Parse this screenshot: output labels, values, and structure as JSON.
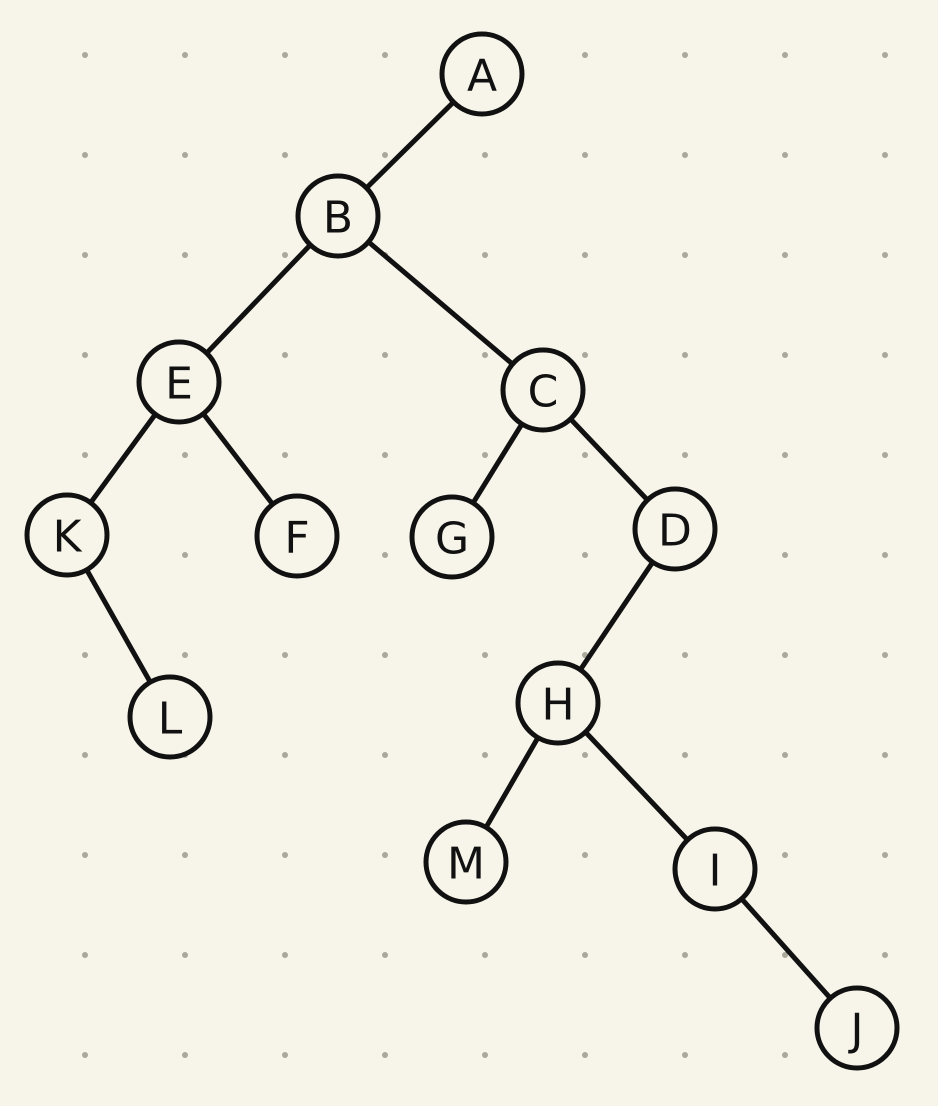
{
  "diagram": {
    "type": "binary-tree",
    "nodes": [
      {
        "id": "A",
        "label": "A"
      },
      {
        "id": "B",
        "label": "B"
      },
      {
        "id": "E",
        "label": "E"
      },
      {
        "id": "C",
        "label": "C"
      },
      {
        "id": "K",
        "label": "K"
      },
      {
        "id": "F",
        "label": "F"
      },
      {
        "id": "G",
        "label": "G"
      },
      {
        "id": "D",
        "label": "D"
      },
      {
        "id": "L",
        "label": "L"
      },
      {
        "id": "H",
        "label": "H"
      },
      {
        "id": "M",
        "label": "M"
      },
      {
        "id": "I",
        "label": "I"
      },
      {
        "id": "J",
        "label": "J"
      }
    ],
    "edges": [
      {
        "from": "A",
        "to": "B"
      },
      {
        "from": "B",
        "to": "E"
      },
      {
        "from": "B",
        "to": "C"
      },
      {
        "from": "E",
        "to": "K"
      },
      {
        "from": "E",
        "to": "F"
      },
      {
        "from": "C",
        "to": "G"
      },
      {
        "from": "C",
        "to": "D"
      },
      {
        "from": "K",
        "to": "L"
      },
      {
        "from": "D",
        "to": "H"
      },
      {
        "from": "H",
        "to": "M"
      },
      {
        "from": "H",
        "to": "I"
      },
      {
        "from": "I",
        "to": "J"
      }
    ]
  }
}
